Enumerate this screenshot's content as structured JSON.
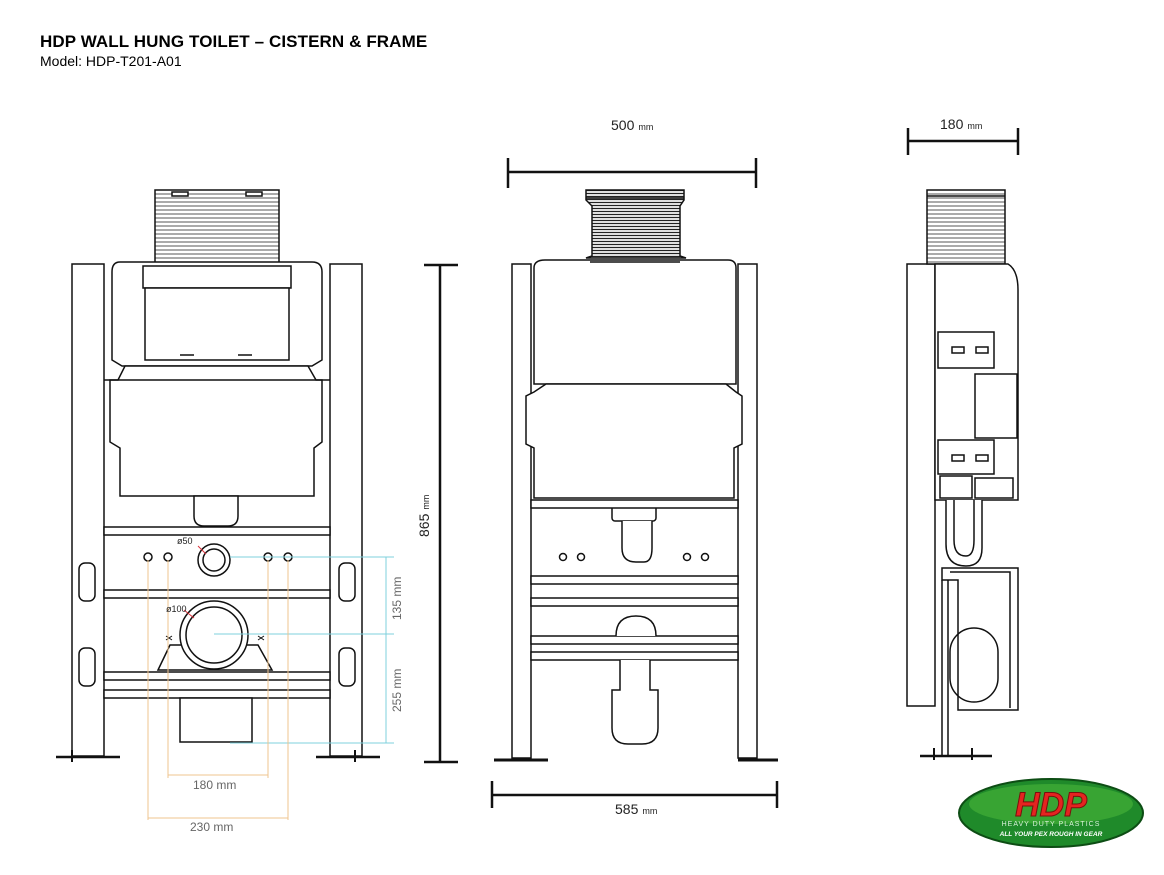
{
  "header": {
    "title": "HDP WALL HUNG TOILET – CISTERN & FRAME",
    "model": "Model: HDP-T201-A01"
  },
  "dimensions": {
    "width_top": "500",
    "depth_top": "180",
    "height_left": "865",
    "base_width": "585",
    "unit": "mm",
    "pipe_small": "ø50",
    "pipe_large": "ø100",
    "vertical_upper": "135 mm",
    "vertical_lower": "255 mm",
    "bolt_inner": "180 mm",
    "bolt_outer": "230 mm"
  },
  "logo": {
    "brand": "HDP",
    "tagline_1": "HEAVY DUTY PLASTICS",
    "tagline_2": "ALL YOUR PEX ROUGH IN GEAR",
    "color_green": "#1f8a2a",
    "color_red": "#e52420"
  },
  "colors": {
    "line": "#111111",
    "cyan_guides": "#7fd0dc",
    "tan_guides": "#efc48f",
    "red_leader": "#d9303a"
  }
}
